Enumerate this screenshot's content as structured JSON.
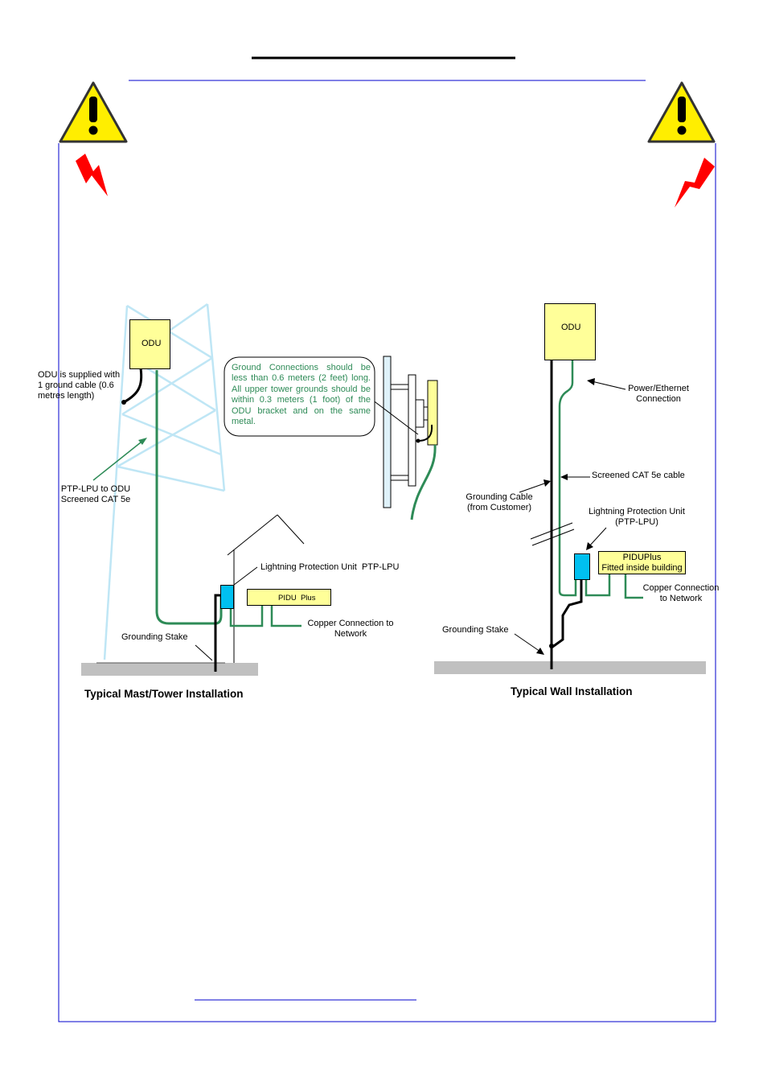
{
  "colors": {
    "frame": "#0000cc",
    "warning_fill": "#ffee00",
    "lightning": "#ff0000",
    "tower": "#bfe6f5",
    "cable_green": "#2e8b57",
    "ground_gray": "#c0c0c0",
    "box_yellow": "#ffff99",
    "lpu_cyan": "#00c0f0",
    "note_text": "#2e8b57"
  },
  "left": {
    "odu_label": "ODU",
    "odu_supplied_note": [
      "ODU is supplied with",
      "1 ground cable (0.6",
      "metres length)"
    ],
    "lpu_to_odu": [
      "PTP-LPU to ODU",
      "Screened CAT 5e"
    ],
    "ground_note": "Ground Connections should be less than 0.6 meters (2 feet) long. All upper tower grounds should be within 0.3 meters (1 foot) of the ODU bracket and on the same metal.",
    "lpu_label": "Lightning Protection Unit  PTP-LPU",
    "pidu_label": "PIDU  Plus",
    "copper_connection": [
      "Copper Connection to",
      "Network"
    ],
    "grounding_stake": "Grounding Stake",
    "caption": "Typical Mast/Tower Installation"
  },
  "right": {
    "odu_label": "ODU",
    "power_ethernet": [
      "Power/Ethernet",
      "Connection"
    ],
    "screened_cat5e": "Screened CAT 5e cable",
    "grounding_cable": [
      "Grounding Cable",
      "(from Customer)"
    ],
    "lpu_label": [
      "Lightning Protection Unit",
      "(PTP-LPU)"
    ],
    "pidu_label": [
      "PIDUPlus",
      "Fitted inside building"
    ],
    "copper_connection": [
      "Copper Connection",
      "to Network"
    ],
    "grounding_stake": "Grounding Stake",
    "caption": "Typical Wall Installation"
  }
}
